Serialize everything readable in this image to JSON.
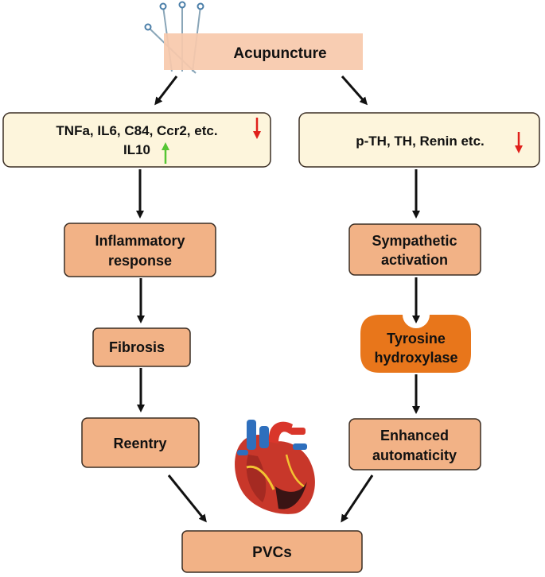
{
  "colors": {
    "box_fill": "#f2b286",
    "box_stroke": "#3b2e24",
    "marker_fill": "#fdf5dc",
    "banner_fill": "#f7c9ab",
    "enzyme_fill": "#e8761b",
    "arrow": "#111111",
    "down_arrow": "#e0201b",
    "up_arrow": "#55c534"
  },
  "icons": {
    "needles": "acupuncture-needles-icon",
    "heart": "heart-icon"
  },
  "top": {
    "label": "Acupuncture"
  },
  "left_markers": {
    "line1": "TNFa, IL6, C84, Ccr2, etc.",
    "line2": "IL10",
    "line1_trend": "down",
    "line2_trend": "up"
  },
  "right_markers": {
    "text": "p-TH, TH, Renin etc.",
    "trend": "down"
  },
  "left_chain": {
    "inflammatory": [
      "Inflammatory",
      "response"
    ],
    "fibrosis": "Fibrosis",
    "reentry": "Reentry"
  },
  "right_chain": {
    "sympathetic": [
      "Sympathetic",
      "activation"
    ],
    "enzyme": [
      "Tyrosine",
      "hydroxylase"
    ],
    "automaticity": [
      "Enhanced",
      "automaticity"
    ]
  },
  "bottom": {
    "label": "PVCs"
  }
}
